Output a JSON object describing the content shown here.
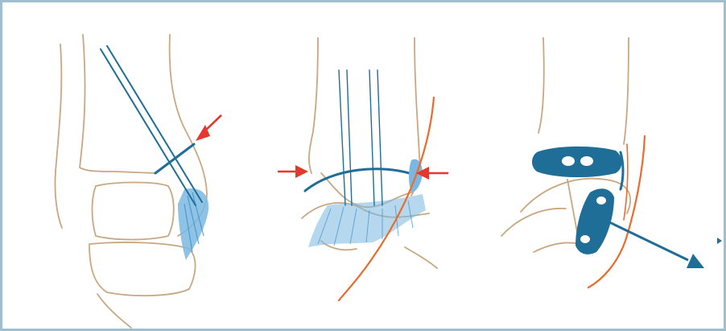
{
  "colors": {
    "bone_outline": "#c8a882",
    "graft": "#1f6e98",
    "ligament": "#7ab8e2",
    "ligament_dark": "#3d8fcc",
    "arrow": "#e5372e",
    "nerve": "#ec6a2a",
    "frame_border": "#9fbfcf"
  },
  "panels": [
    {
      "icons": [
        "bone-outline",
        "graft-tunnel",
        "ligament",
        "arrow-icon"
      ]
    },
    {
      "icons": [
        "bone-outline",
        "graft-tunnel",
        "ligament-fibers",
        "nerve",
        "arrow-icon"
      ]
    },
    {
      "icons": [
        "bone-outline",
        "fixation-plate",
        "nerve",
        "pull-arrow-icon"
      ]
    }
  ]
}
